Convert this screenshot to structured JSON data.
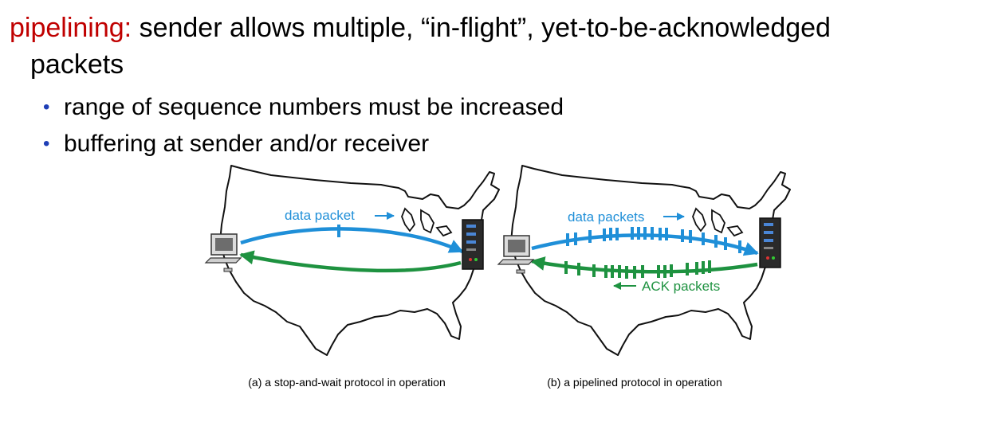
{
  "headline": {
    "keyword": "pipelining:",
    "text": " sender allows multiple, “in-flight”, yet-to-be-acknowledged",
    "continuation": "packets"
  },
  "bullets": [
    "range of sequence numbers must be increased",
    "buffering at sender and/or receiver"
  ],
  "figure_a": {
    "data_label": "data packet",
    "caption": "(a) a stop-and-wait protocol in operation"
  },
  "figure_b": {
    "data_label": "data packets",
    "ack_label": "ACK packets",
    "caption": "(b) a pipelined protocol in operation"
  },
  "colors": {
    "keyword": "#c00000",
    "data": "#1f8fd8",
    "ack": "#1e9240",
    "bullet": "#1f3fb6"
  },
  "icons": [
    "computer-icon",
    "server-icon",
    "arrow-right-icon",
    "arrow-left-icon"
  ]
}
